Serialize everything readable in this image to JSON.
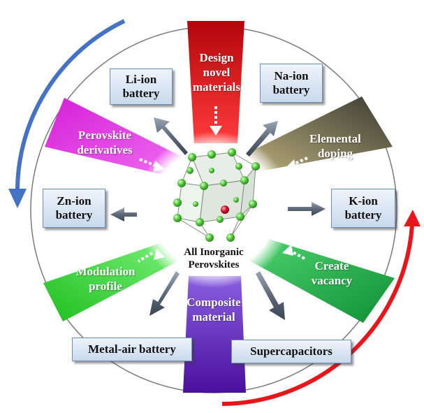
{
  "center": {
    "title_line1": "All Inorganic",
    "title_line2": "Perovskites"
  },
  "strategies": {
    "design": [
      "Design",
      "novel",
      "materials"
    ],
    "doping": [
      "Elemental",
      "doping"
    ],
    "vacancy": [
      "Create",
      "vacancy"
    ],
    "composite": [
      "Composite",
      "material"
    ],
    "modulation": [
      "Modulation",
      "profile"
    ],
    "derivatives": [
      "Perovskite",
      "derivatives"
    ]
  },
  "applications": {
    "li_ion": [
      "Li-ion",
      "battery"
    ],
    "na_ion": [
      "Na-ion",
      "battery"
    ],
    "zn_ion": [
      "Zn-ion",
      "battery"
    ],
    "k_ion": [
      "K-ion",
      "battery"
    ],
    "metal_air": "Metal-air battery",
    "supercap": "Supercapacitors"
  },
  "colors": {
    "design": "#e8161b",
    "doping": "#6d6a4e",
    "vacancy": "#22b14c",
    "composite": "#5b1fc0",
    "modulation": "#3cd63c",
    "derivatives": "#e23ce0",
    "arrow_blue": "#4472c4",
    "arrow_red": "#e8161b"
  }
}
